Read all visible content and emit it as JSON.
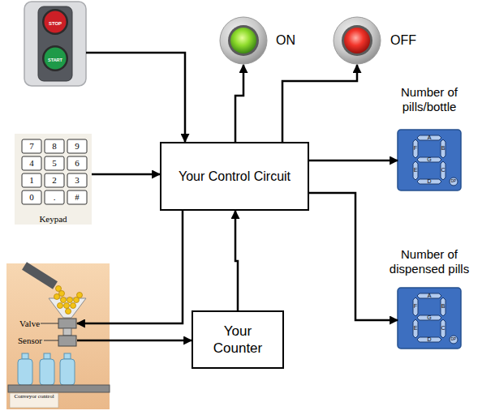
{
  "diagram": {
    "nodes": [
      {
        "text": [
          "STOP",
          "START"
        ]
      },
      {
        "text": [
          "ON"
        ]
      },
      {
        "text": [
          "OFF"
        ]
      },
      {
        "text": [
          "7",
          "8",
          "9",
          "4",
          "5",
          "6",
          "1",
          "2",
          "3",
          "0",
          ".",
          "#",
          "Keypad"
        ]
      },
      {
        "text": [
          "Your Control Circuit"
        ]
      },
      {
        "text": [
          "Number of pills/bottle",
          "A",
          "F",
          "B",
          "G",
          "E",
          "C",
          "D",
          "DP"
        ]
      },
      {
        "text": [
          "Number of dispensed pills",
          "A",
          "F",
          "B",
          "G",
          "E",
          "C",
          "D",
          "DP"
        ]
      },
      {
        "text": [
          "Valve",
          "Sensor",
          "Conveyor control"
        ]
      },
      {
        "text": [
          "Your Counter"
        ]
      }
    ],
    "edges": [
      {
        "from": 0,
        "to": 4,
        "arrow": "to"
      },
      {
        "from": 3,
        "to": 4,
        "arrow": "to"
      },
      {
        "from": 4,
        "to": 1,
        "arrow": "to"
      },
      {
        "from": 4,
        "to": 2,
        "arrow": "to"
      },
      {
        "from": 4,
        "to": 5,
        "arrow": "to"
      },
      {
        "from": 4,
        "to": 6,
        "arrow": "to"
      },
      {
        "from": 4,
        "to": 7,
        "arrow": "to"
      },
      {
        "from": 7,
        "to": 8,
        "arrow": "to"
      },
      {
        "from": 8,
        "to": 4,
        "arrow": "to"
      }
    ]
  }
}
